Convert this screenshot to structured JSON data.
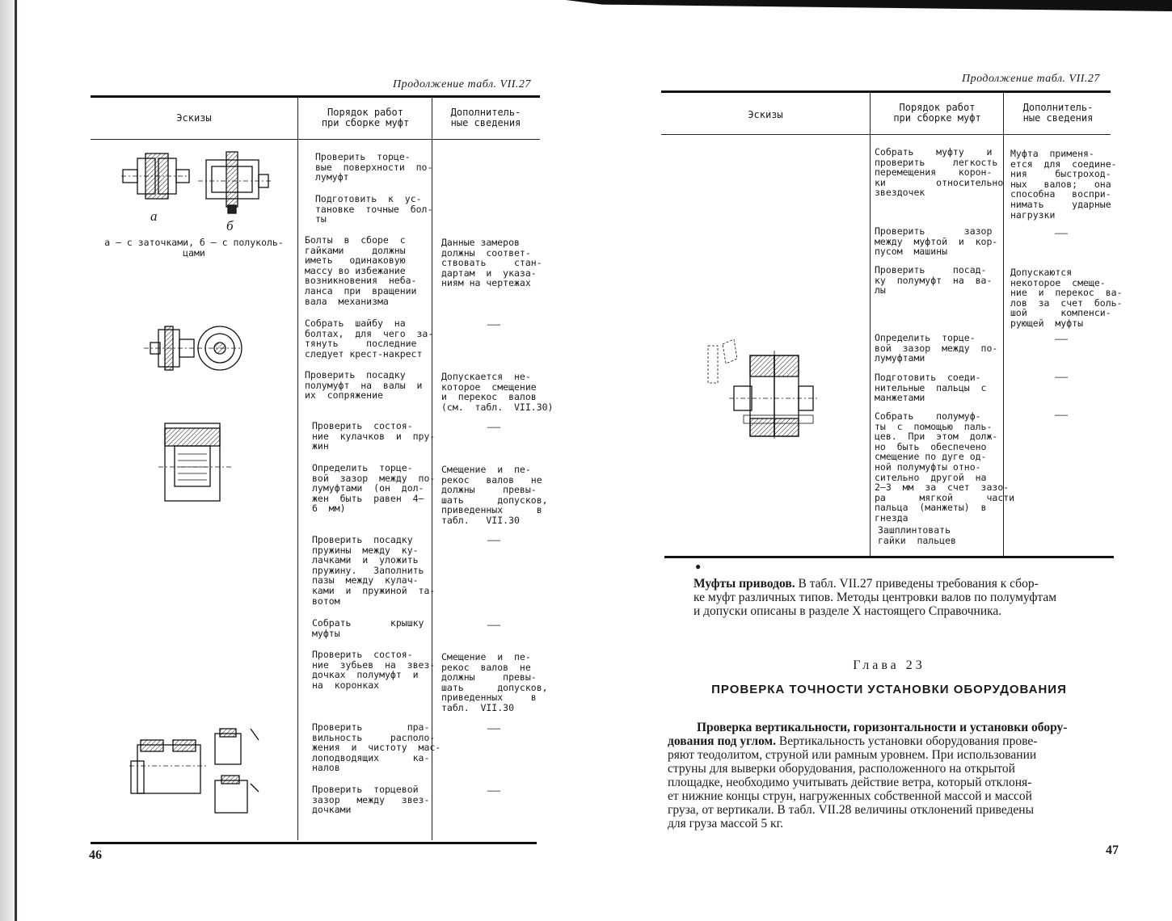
{
  "left_page": {
    "continuation": "Продолжение табл. VII.27",
    "headers": [
      "Эскизы",
      "Порядок работ\nпри сборке муфт",
      "Дополнитель-\nные сведения"
    ],
    "figure_labels": {
      "a": "а",
      "b": "б"
    },
    "figure_caption": "а — с заточками, б — с полуколь-\nцами",
    "steps": [
      {
        "work": "Проверить  торце-\nвые  поверхности  по-\nлумуфт",
        "info": ""
      },
      {
        "work": "Подготовить  к  ус-\nтановке  точные  бол-\nты",
        "info": ""
      },
      {
        "work": "Болты  в  сборе  с\nгайками     должны\nиметь   одинаковую\nмассу во избежание\nвозникновения  неба-\nланса  при  вращении\nвала  механизма",
        "info": "Данные замеров\nдолжны  соответ-\nствовать     стан-\nдартам  и  указа-\nниям на чертежах"
      },
      {
        "work": "Собрать  шайбу  на\nболтах,  для  чего  за-\nтянуть     последние\nследует крест-накрест",
        "info": "—"
      },
      {
        "work": "Проверить  посадку\nполумуфт  на  валы  и\nих  сопряжение",
        "info": "Допускается  не-\nкоторое  смещение\nи  перекос  валов\n(см.  табл.  VII.30)"
      },
      {
        "work": "Проверить  состоя-\nние  кулачков  и  пру-\nжин",
        "info": "—"
      },
      {
        "work": "Определить  торце-\nвой  зазор  между  по-\nлумуфтами  (он  дол-\nжен  быть  равен  4—\n6  мм)",
        "info": "Смещение  и  пе-\nрекос   валов   не\nдолжны     превы-\nшать      допусков,\nприведенных      в\nтабл.   VII.30"
      },
      {
        "work": "Проверить  посадку\nпружины  между  ку-\nлачками  и  уложить\nпружину.   Заполнить\nпазы  между  кулач-\nками  и  пружиной  та-\nвотом",
        "info": "—"
      },
      {
        "work": "Собрать       крышку\nмуфты",
        "info": "—"
      },
      {
        "work": "Проверить  состоя-\nние  зубьев  на  звез-\nдочках  полумуфт  и\nна  коронках",
        "info": "Смещение  и  пе-\nрекос  валов  не\nдолжны     превы-\nшать      допусков,\nприведенных     в\nтабл.  VII.30"
      },
      {
        "work": "Проверить        пра-\nвильность     располо-\nжения  и  чистоту  мас-\nлоподводящих      ка-\nналов",
        "info": "—"
      },
      {
        "work": "Проверить  торцевой\nзазор   между   звез-\nдочками",
        "info": "—"
      }
    ],
    "page_number": "46"
  },
  "right_page": {
    "continuation": "Продолжение табл. VII.27",
    "headers": [
      "Эскизы",
      "Порядок работ\nпри сборке муфт",
      "Дополнитель-\nные сведения"
    ],
    "steps": [
      {
        "work": "Собрать    муфту    и\nпроверить     легкость\nперемещения    корон-\nки         относительно\nзвездочек",
        "info": "Муфта  применя-\nется  для  соедине-\nния     быстроход-\nных   валов;   она\nспособна   воспри-\nнимать     ударные\nнагрузки"
      },
      {
        "work": "Проверить       зазор\nмежду  муфтой  и  кор-\nпусом  машины",
        "info": "—"
      },
      {
        "work": "Проверить     посад-\nку  полумуфт  на  ва-\nлы",
        "info": "Допускаются\nнекоторое  смеще-\nние  и  перекос  ва-\nлов  за  счет  боль-\nшой      компенси-\nрующей  муфты"
      },
      {
        "work": "Определить  торце-\nвой  зазор  между  по-\nлумуфтами",
        "info": "—"
      },
      {
        "work": "Подготовить  соеди-\nнительные  пальцы  с\nманжетами",
        "info": "—"
      },
      {
        "work": "Собрать    полумуф-\nты  с  помощью  паль-\nцев.  При  этом  долж-\nно  быть  обеспечено\nсмещение по дуге од-\nной полумуфты отно-\nсительно  другой  на\n2—3  мм  за  счет  зазо-\nра      мягкой      части\nпальца  (манжеты)  в\nгнезда",
        "info": "—"
      },
      {
        "work": "Зашплинтовать\nгайки  пальцев",
        "info": ""
      }
    ],
    "para1_bold": "Муфты приводов.",
    "para1_text": " В табл. VII.27 приведены требования к сбор-\nке муфт различных типов. Методы центровки валов по полумуфтам\nи допуски описаны в разделе X настоящего Справочника.",
    "chapter": "Глава 23",
    "chapter_title": "ПРОВЕРКА ТОЧНОСТИ УСТАНОВКИ ОБОРУДОВАНИЯ",
    "para2_bold": "Проверка вертикальности, горизонтальности и установки обору-\nдования под углом.",
    "para2_text": " Вертикальность установки оборудования прове-\nряют теодолитом, струной или рамным уровнем. При использовании\nструны для выверки оборудования, расположенного на открытой\nплощадке, необходимо учитывать действие ветра, который отклоня-\nет нижние концы струн, нагруженных собственной массой и массой\nгруза, от вертикали. В табл. VII.28 величины отклонений приведены\nдля груза массой 5 кг.",
    "page_number": "47"
  }
}
